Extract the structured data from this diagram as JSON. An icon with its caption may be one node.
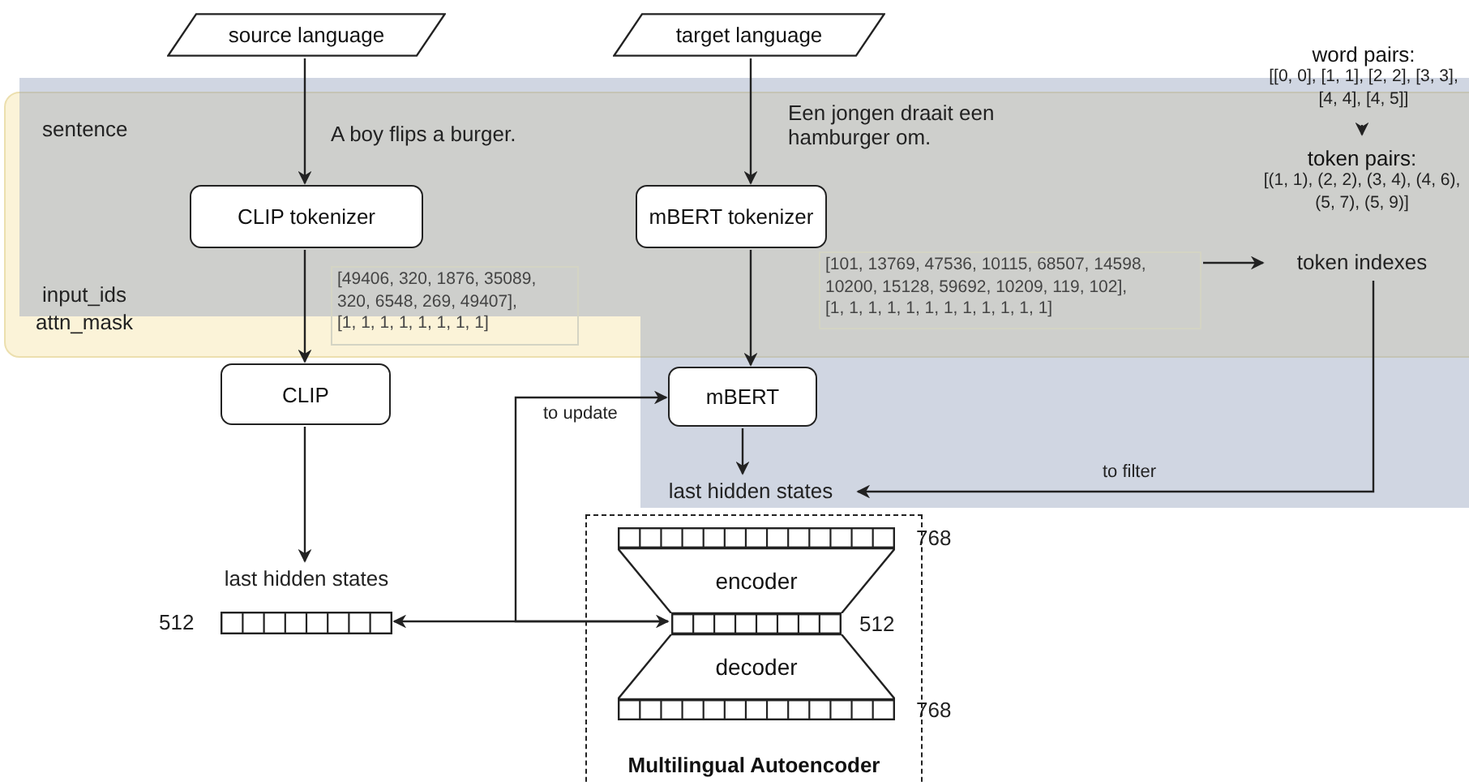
{
  "diagram": {
    "nodes": [
      {
        "text": [
          "source language"
        ]
      },
      {
        "text": [
          "target language"
        ]
      },
      {
        "text": [
          "CLIP tokenizer"
        ]
      },
      {
        "text": [
          "mBERT tokenizer"
        ]
      },
      {
        "text": [
          "word pairs:",
          "[[0, 0], [1, 1], [2, 2], [3, 3], [4, 4], [4, 5]]"
        ]
      },
      {
        "text": [
          "token pairs:",
          "[(1, 1), (2, 2), (3, 4), (4, 6), (5, 7), (5, 9)]"
        ]
      },
      {
        "text": [
          "[49406, 320, 1876, 35089, 320, 6548, 269, 49407],",
          "[1, 1, 1, 1, 1, 1, 1, 1]"
        ]
      },
      {
        "text": [
          "[101, 13769, 47536, 10115, 68507, 14598, 10200, 15128, 59692, 10209, 119, 102],",
          "[1, 1, 1, 1, 1, 1, 1, 1, 1, 1, 1, 1]"
        ]
      },
      {
        "text": [
          "token indexes"
        ]
      },
      {
        "text": [
          "CLIP"
        ]
      },
      {
        "text": [
          "mBERT"
        ]
      },
      {
        "text": [
          "last hidden states"
        ]
      },
      {
        "text": [
          "last hidden states"
        ]
      },
      {
        "text": [],
        "shape": "bar",
        "beside": [
          "512"
        ]
      },
      {
        "text": [
          "Multilingual Autoencoder"
        ]
      },
      {
        "text": [],
        "shape": "bar",
        "in": 14
      },
      {
        "text": [
          "encoder"
        ],
        "in": 14
      },
      {
        "text": [],
        "shape": "bar",
        "in": 14
      },
      {
        "text": [
          "decoder"
        ],
        "in": 14
      },
      {
        "text": [],
        "shape": "bar",
        "in": 14
      }
    ],
    "edges": [
      {
        "from": 0,
        "to": 2,
        "arrow": "to",
        "label": "A boy flips a burger."
      },
      {
        "from": 1,
        "to": 3,
        "arrow": "to",
        "label": "Een jongen draait een hamburger om."
      },
      {
        "from": 2,
        "to": 9,
        "arrow": "to"
      },
      {
        "from": 3,
        "to": 10,
        "arrow": "to"
      },
      {
        "from": 4,
        "to": 5,
        "arrow": "to"
      },
      {
        "from": 7,
        "to": 8,
        "arrow": "to"
      },
      {
        "from": 8,
        "to": 11,
        "arrow": "to",
        "label": "to filter"
      },
      {
        "from": 10,
        "to": 11,
        "arrow": "to"
      },
      {
        "from": 9,
        "to": 12,
        "arrow": "to"
      },
      {
        "from": 17,
        "to": 13,
        "arrow": "both"
      },
      {
        "from": 17,
        "to": 10,
        "arrow": "to",
        "label": "to update"
      }
    ],
    "labels": [
      "sentence",
      "input_ids",
      "attn_mask",
      "768",
      "512",
      "768"
    ]
  }
}
